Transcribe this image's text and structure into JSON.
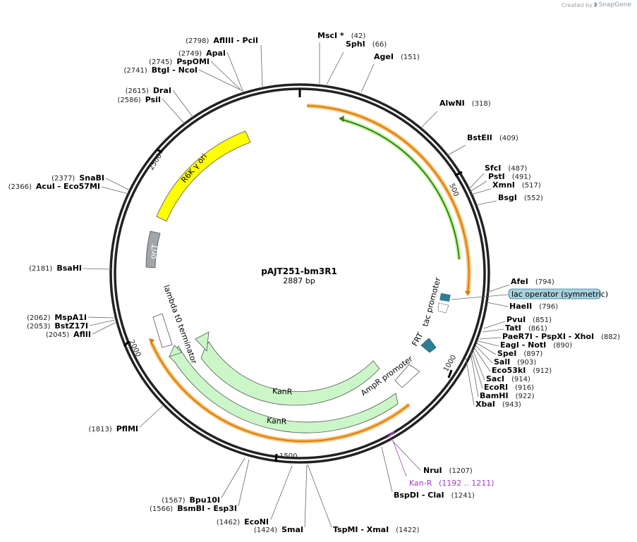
{
  "branding": {
    "created_by": "Created by",
    "app": "SnapGene"
  },
  "plasmid": {
    "name": "pAJT251-bm3R1",
    "size_label": "2887 bp",
    "length": 2887
  },
  "tick_labels": [
    "500",
    "1000",
    "1500",
    "2000",
    "2500"
  ],
  "sites": [
    {
      "name": "MscI *",
      "pos": 42
    },
    {
      "name": "SphI",
      "pos": 66
    },
    {
      "name": "AgeI",
      "pos": 151
    },
    {
      "name": "AlwNI",
      "pos": 318
    },
    {
      "name": "BstEII",
      "pos": 409
    },
    {
      "name": "SfcI",
      "pos": 487
    },
    {
      "name": "PstI",
      "pos": 491
    },
    {
      "name": "XmnI",
      "pos": 517
    },
    {
      "name": "BsgI",
      "pos": 552
    },
    {
      "name": "AfeI",
      "pos": 794
    },
    {
      "name": "HaeII",
      "pos": 796
    },
    {
      "name": "PvuI",
      "pos": 851
    },
    {
      "name": "TatI",
      "pos": 861
    },
    {
      "name": "PaeR7I",
      "pos": 882
    },
    {
      "name": "EagI",
      "pos": 890
    },
    {
      "name": "SpeI",
      "pos": 897
    },
    {
      "name": "SalI",
      "pos": 903
    },
    {
      "name": "Eco53kI",
      "pos": 912
    },
    {
      "name": "SacI",
      "pos": 914
    },
    {
      "name": "EcoRI",
      "pos": 916
    },
    {
      "name": "BamHI",
      "pos": 922
    },
    {
      "name": "XbaI",
      "pos": 943
    },
    {
      "name": "NruI",
      "pos": 1207
    },
    {
      "name": "BspDI",
      "pos": 1241
    },
    {
      "name": "TspMI",
      "pos": 1422
    },
    {
      "name": "SmaI",
      "pos": 1424
    },
    {
      "name": "EcoNI",
      "pos": 1462
    },
    {
      "name": "BsmBI",
      "pos": 1566
    },
    {
      "name": "Bpu10I",
      "pos": 1567
    },
    {
      "name": "PflMI",
      "pos": 1813
    },
    {
      "name": "AflII",
      "pos": 2045
    },
    {
      "name": "BstZ17I",
      "pos": 2053
    },
    {
      "name": "MspA1I",
      "pos": 2062
    },
    {
      "name": "BsaHI",
      "pos": 2181
    },
    {
      "name": "AcuI",
      "pos": 2366
    },
    {
      "name": "SnaBI",
      "pos": 2377
    },
    {
      "name": "PsiI",
      "pos": 2586
    },
    {
      "name": "DraI",
      "pos": 2615
    },
    {
      "name": "BtgI",
      "pos": 2741
    },
    {
      "name": "PspOMI",
      "pos": 2745
    },
    {
      "name": "ApaI",
      "pos": 2749
    },
    {
      "name": "AflIII",
      "pos": 2798
    }
  ],
  "labels": [
    {
      "pos_text": "(42)",
      "name": "MscI *"
    },
    {
      "pos_text": "(66)",
      "name": "SphI"
    },
    {
      "pos_text": "(151)",
      "name": "AgeI"
    },
    {
      "pos_text": "(318)",
      "name": "AlwNI"
    },
    {
      "pos_text": "(409)",
      "name": "BstEII"
    },
    {
      "pos_text": "(487)",
      "name": "SfcI"
    },
    {
      "pos_text": "(491)",
      "name": "PstI"
    },
    {
      "pos_text": "(517)",
      "name": "XmnI"
    },
    {
      "pos_text": "(552)",
      "name": "BsgI"
    },
    {
      "pos_text": "(794)",
      "name": "AfeI"
    },
    {
      "pos_text": "(796)",
      "name": "HaeII"
    },
    {
      "pos_text": "(851)",
      "name": "PvuI"
    },
    {
      "pos_text": "(861)",
      "name": "TatI"
    },
    {
      "pos_text": "(882)",
      "name": "PaeR7I - PspXI - XhoI"
    },
    {
      "pos_text": "(890)",
      "name": "EagI - NotI"
    },
    {
      "pos_text": "(897)",
      "name": "SpeI"
    },
    {
      "pos_text": "(903)",
      "name": "SalI"
    },
    {
      "pos_text": "(912)",
      "name": "Eco53kI"
    },
    {
      "pos_text": "(914)",
      "name": "SacI"
    },
    {
      "pos_text": "(916)",
      "name": "EcoRI"
    },
    {
      "pos_text": "(922)",
      "name": "BamHI"
    },
    {
      "pos_text": "(943)",
      "name": "XbaI"
    },
    {
      "pos_text": "(1207)",
      "name": "NruI"
    },
    {
      "pos_text": "(1241)",
      "name": "BspDI - ClaI"
    },
    {
      "pos_text": "(1422)",
      "name": "TspMI - XmaI"
    },
    {
      "pos_text": "(1424)",
      "name": "SmaI"
    },
    {
      "pos_text": "(1462)",
      "name": "EcoNI"
    },
    {
      "pos_text": "(1566)",
      "name": "BsmBI - Esp3I"
    },
    {
      "pos_text": "(1567)",
      "name": "Bpu10I"
    },
    {
      "pos_text": "(1813)",
      "name": "PflMI"
    },
    {
      "pos_text": "(2045)",
      "name": "AflII"
    },
    {
      "pos_text": "(2053)",
      "name": "BstZ17I"
    },
    {
      "pos_text": "(2062)",
      "name": "MspA1I"
    },
    {
      "pos_text": "(2181)",
      "name": "BsaHI"
    },
    {
      "pos_text": "(2366)",
      "name": "AcuI - Eco57MI"
    },
    {
      "pos_text": "(2377)",
      "name": "SnaBI"
    },
    {
      "pos_text": "(2586)",
      "name": "PsiI"
    },
    {
      "pos_text": "(2615)",
      "name": "DraI"
    },
    {
      "pos_text": "(2741)",
      "name": "BtgI - NcoI"
    },
    {
      "pos_text": "(2745)",
      "name": "PspOMI"
    },
    {
      "pos_text": "(2749)",
      "name": "ApaI"
    },
    {
      "pos_text": "(2798)",
      "name": "AflIII - PciI"
    }
  ],
  "features": {
    "lac_operator": "lac operator (symmetric)",
    "tac_promoter": "tac promoter",
    "frt": "FRT",
    "ampr_promoter": "AmpR promoter",
    "kanr_inner": "KanR",
    "kanr_outer": "KanR",
    "lambda_terminator": "lambda t0 terminator",
    "orit": "oriT",
    "r6k": "R6K γ ori"
  },
  "primer": {
    "name": "Kan-R",
    "range": "(1192 .. 1211)"
  },
  "colors": {
    "orange_orf": "#e07b00",
    "orange_halo": "#f6c27a",
    "green_orf": "#2f8a00",
    "green_halo": "#c8f0b0",
    "kanr_fill": "#cbf7c8",
    "r6k_fill": "#ffff00",
    "orit_fill": "#a0a5aa",
    "teal": "#2f7f94",
    "primer": "#a040c0",
    "lac_box": "#a6d0dc"
  }
}
